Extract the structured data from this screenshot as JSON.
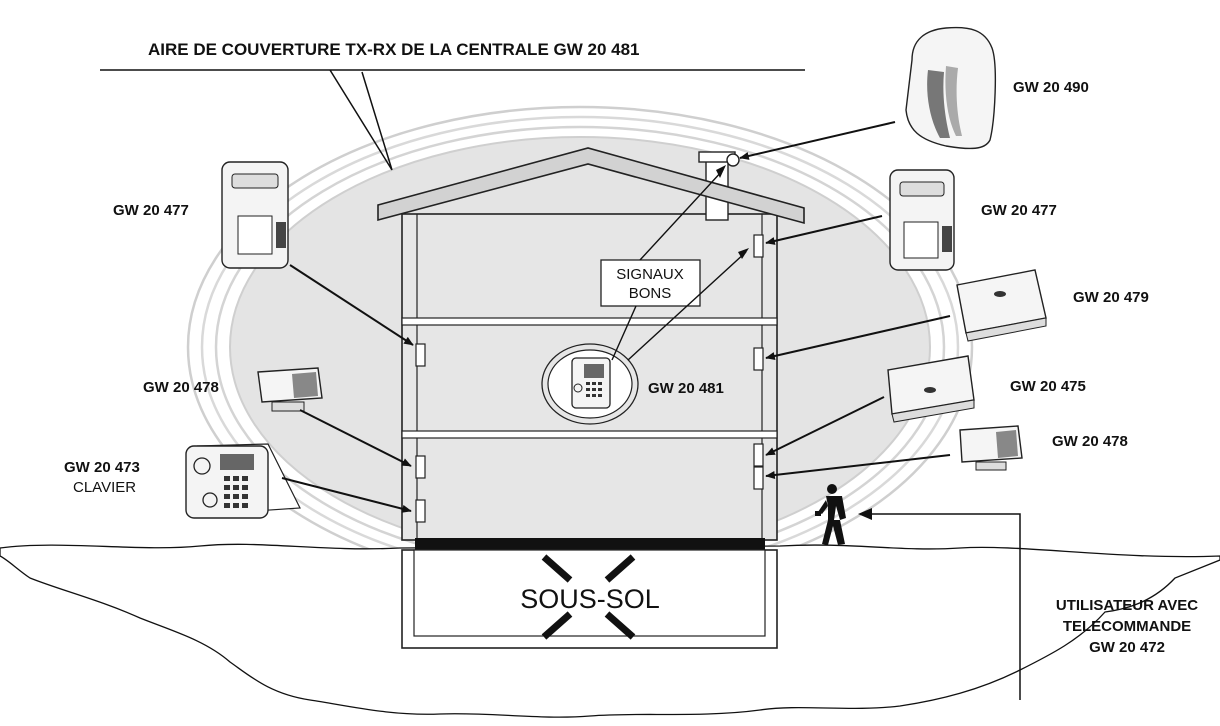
{
  "title": "AIRE DE COUVERTURE TX-RX DE LA CENTRALE GW 20 481",
  "devices": {
    "siren": "GW 20 490",
    "pir_left": "GW 20 477",
    "pir_right": "GW 20 477",
    "contact_right_1": "GW 20 479",
    "central": "GW 20 481",
    "contact_left": "GW 20 478",
    "contact_right_2": "GW 20 475",
    "contact_right_3": "GW 20 478",
    "keypad": "GW 20 473",
    "keypad_sub": "CLAVIER"
  },
  "signal_box": {
    "line1": "SIGNAUX",
    "line2": "BONS"
  },
  "basement": "SOUS-SOL",
  "user": {
    "line1": "UTILISATEUR AVEC",
    "line2": "TELECOMMANDE",
    "line3": "GW 20 472"
  },
  "colors": {
    "coverage": "#e4e4e4",
    "ink": "#111111",
    "floor": "#e6e6e6",
    "roof": "#d2d2d2"
  }
}
